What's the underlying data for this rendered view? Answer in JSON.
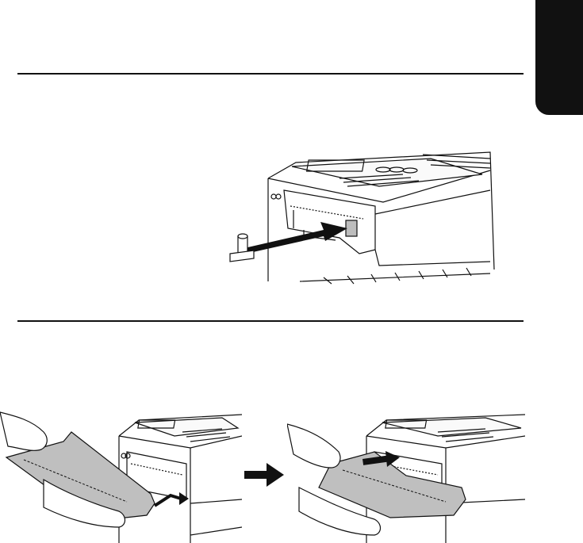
{
  "page": {
    "background": "#ffffff",
    "ink": "#111111",
    "shade": "#bfbfbf"
  },
  "figures": [
    {
      "name": "insert-drum-stopper",
      "icons": [
        "fax-machine",
        "stopper-part",
        "insert-arrow"
      ]
    },
    {
      "name": "attach-paper-tray-step1",
      "icons": [
        "fax-machine",
        "hands",
        "paper-tray",
        "insert-arrow"
      ]
    },
    {
      "name": "attach-paper-tray-step2",
      "icons": [
        "fax-machine",
        "hands",
        "paper-tray",
        "push-arrow"
      ]
    }
  ]
}
